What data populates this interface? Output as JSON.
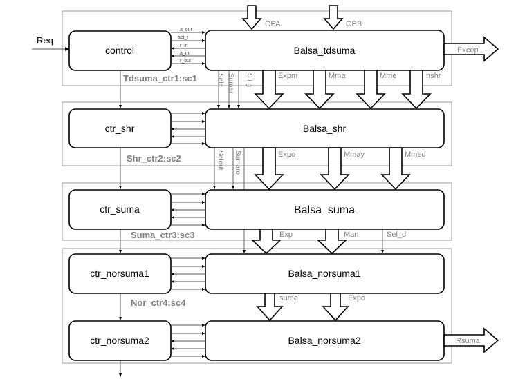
{
  "input": {
    "req": "Req"
  },
  "blocks": {
    "control": "control",
    "balsa_tdsuma": "Balsa_tdsuma",
    "ctr_shr": "ctr_shr",
    "balsa_shr": "Balsa_shr",
    "ctr_suma": "ctr_suma",
    "balsa_suma": "Balsa_suma",
    "ctr_norsuma1": "ctr_norsuma1",
    "balsa_norsuma1": "Balsa_norsuma1",
    "ctr_norsuma2": "ctr_norsuma2",
    "balsa_norsuma2": "Balsa_norsuma2"
  },
  "stages": {
    "sc1": "Tdsuma_ctr1:sc1",
    "sc2": "Shr_ctr2:sc2",
    "sc3": "Suma_ctr3:sc3",
    "sc4": "Nor_ctr4:sc4"
  },
  "handshake": [
    "a_out",
    "act_r",
    "r_in",
    "a_in",
    "r_out"
  ],
  "signals": {
    "opa": "OPA",
    "opb": "OPB",
    "excep": "Excep",
    "expm": "Expm",
    "mma": "Mma",
    "mme": "Mme",
    "nshr": "nshr",
    "sele": "Sele",
    "sumar": "Sumar",
    "s_partial": "S i g",
    "expo1": "Expo",
    "mmay": "Mmay",
    "mmed": "Mmed",
    "selout": "Selout",
    "sumaro": "Sumaro",
    "exp": "Exp",
    "man": "Man",
    "sel_d": "Sel_d",
    "suma": "suma",
    "expo2": "Expo",
    "rsuma": "Rsuma"
  }
}
